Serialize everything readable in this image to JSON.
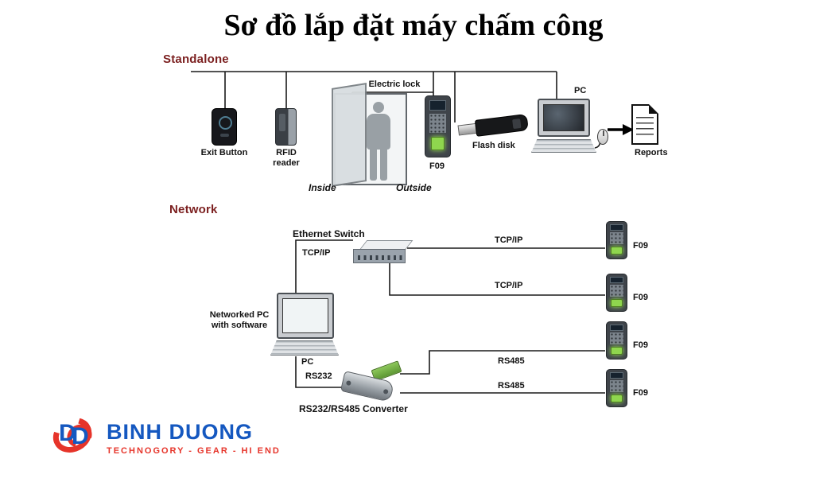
{
  "title": "Sơ đồ lắp đặt máy chấm công",
  "sections": {
    "standalone": "Standalone",
    "network": "Network"
  },
  "standalone": {
    "exit_button": "Exit Button",
    "rfid_reader": "RFID reader",
    "electric_lock": "Electric lock",
    "inside": "Inside",
    "outside": "Outside",
    "f09": "F09",
    "flash_disk": "Flash disk",
    "pc": "PC",
    "reports": "Reports"
  },
  "network": {
    "ethernet_switch": "Ethernet Switch",
    "tcpip_pc": "TCP/IP",
    "tcpip_line1": "TCP/IP",
    "tcpip_line2": "TCP/IP",
    "networked_pc": "Networked PC with software",
    "pc": "PC",
    "rs232": "RS232",
    "converter": "RS232/RS485 Converter",
    "rs485_line1": "RS485",
    "rs485_line2": "RS485",
    "f09_labels": [
      "F09",
      "F09",
      "F09",
      "F09"
    ]
  },
  "logo": {
    "brand": "BINH DUONG",
    "tagline": "TECHNOGORY - GEAR - HI END"
  },
  "colors": {
    "section_label": "#7b1f1f",
    "brand_blue": "#1558c0",
    "brand_red": "#e6342a",
    "fingerprint_green": "#8fd64e"
  }
}
